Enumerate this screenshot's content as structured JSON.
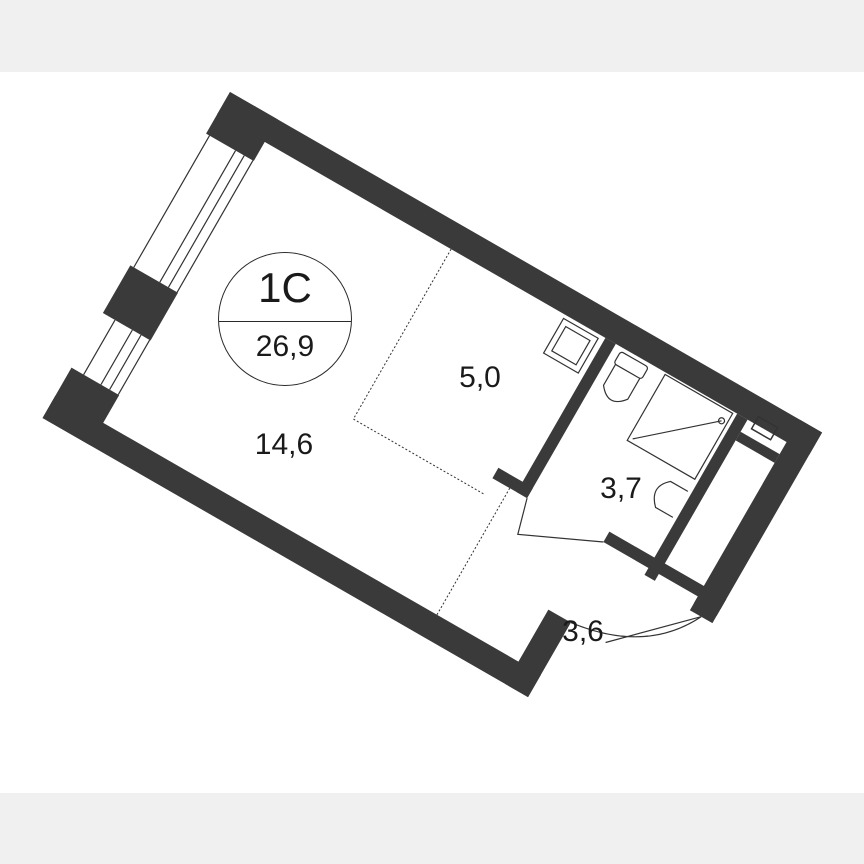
{
  "plan": {
    "apartment_type": "1С",
    "total_area": "26,9",
    "colors": {
      "background_band": "#f0f0f0",
      "canvas": "#ffffff",
      "wall": "#3a3a3a",
      "line": "#333333",
      "text": "#1a1a1a"
    },
    "rooms": [
      {
        "id": "living",
        "area": "14,6"
      },
      {
        "id": "kitchen",
        "area": "5,0"
      },
      {
        "id": "bathroom",
        "area": "3,7"
      },
      {
        "id": "hallway",
        "area": "3,6"
      }
    ],
    "fixtures": [
      "window",
      "balcony-window",
      "kitchen-sink",
      "toilet",
      "shower",
      "washbasin",
      "shaft",
      "entrance-door",
      "bathroom-door"
    ]
  }
}
